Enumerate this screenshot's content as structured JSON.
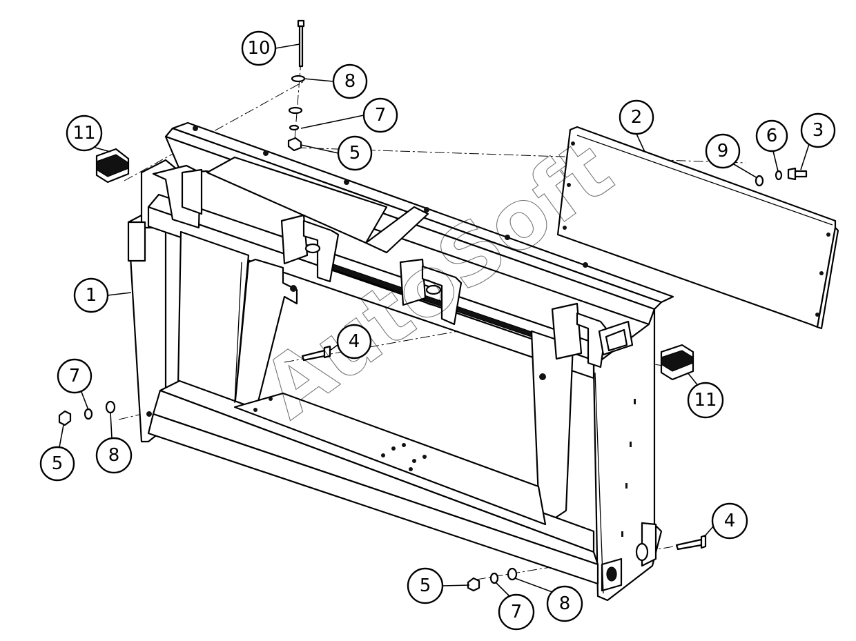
{
  "watermark": "AutoSoft",
  "callouts": [
    {
      "label": "10",
      "part": "bolt-long"
    },
    {
      "label": "8",
      "part": "flat-washer-top"
    },
    {
      "label": "7",
      "part": "lock-washer-top"
    },
    {
      "label": "5",
      "part": "nut-top"
    },
    {
      "label": "11",
      "part": "end-cap-left"
    },
    {
      "label": "2",
      "part": "cover-plate"
    },
    {
      "label": "9",
      "part": "washer-plate"
    },
    {
      "label": "6",
      "part": "lock-washer-plate"
    },
    {
      "label": "3",
      "part": "bolt-plate"
    },
    {
      "label": "1",
      "part": "frame"
    },
    {
      "label": "4",
      "part": "pin-center"
    },
    {
      "label": "7",
      "part": "lock-washer-left"
    },
    {
      "label": "5",
      "part": "nut-left"
    },
    {
      "label": "8",
      "part": "flat-washer-left"
    },
    {
      "label": "11",
      "part": "end-cap-right"
    },
    {
      "label": "4",
      "part": "bolt-right"
    },
    {
      "label": "5",
      "part": "nut-bottom"
    },
    {
      "label": "8",
      "part": "flat-washer-bottom"
    },
    {
      "label": "7",
      "part": "lock-washer-bottom"
    }
  ],
  "colors": {
    "line": "#000000",
    "background": "#ffffff"
  }
}
